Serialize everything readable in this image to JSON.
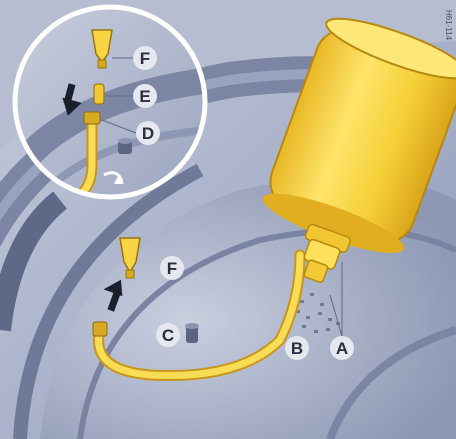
{
  "figure_code": "H61-114",
  "labels": {
    "A": "A",
    "B": "B",
    "C": "C",
    "D": "D",
    "E": "E",
    "F_inset": "F",
    "F_main": "F"
  },
  "icons": [
    "tire-sealant-bottle-icon",
    "filler-hose-icon",
    "valve-core-icon",
    "down-arrow-icon",
    "up-arrow-icon"
  ],
  "colors": {
    "bottle_yellow": "#f5d23a",
    "bottle_shadow": "#d9a91c",
    "background_blue": "#9fa9c4",
    "tire_dark": "#6f7a98",
    "label_bg": "#e6e8ef"
  }
}
